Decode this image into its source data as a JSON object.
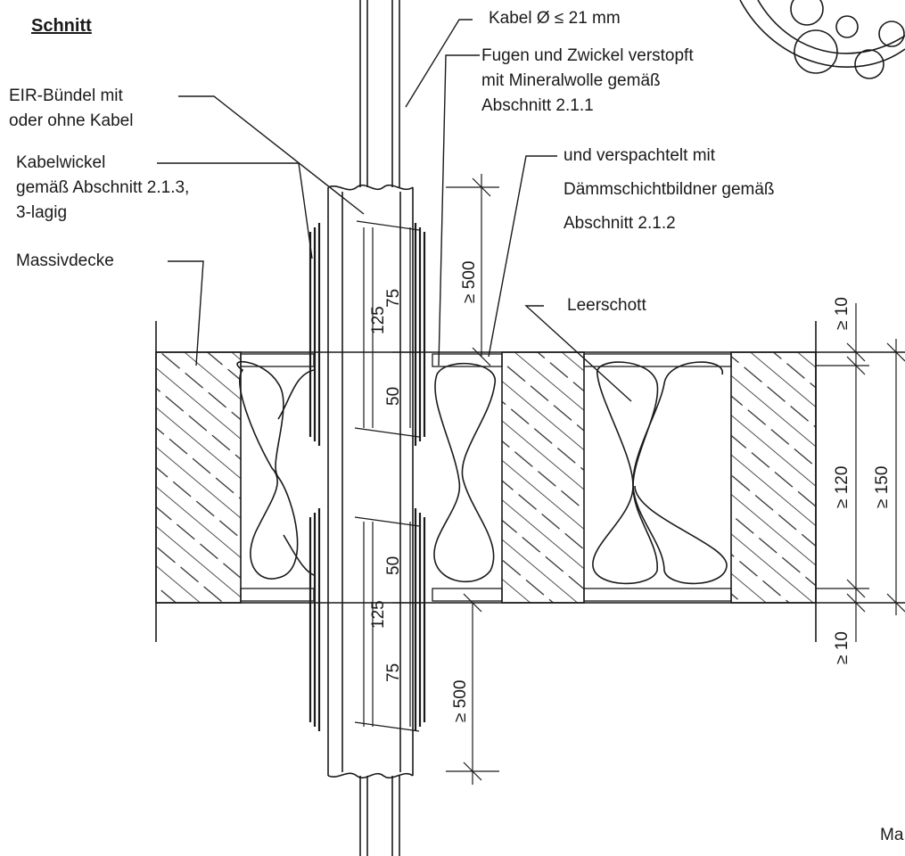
{
  "title": "Schnitt",
  "labels": {
    "kabel": "Kabel Ø ≤ 21 mm",
    "fugen_1": "Fugen und Zwickel verstopft",
    "fugen_2": "mit Mineralwolle gemäß",
    "fugen_3": "Abschnitt 2.1.1",
    "eir_1": "EIR-Bündel mit",
    "eir_2": "oder ohne Kabel",
    "wickel_1": "Kabelwickel",
    "wickel_2": "gemäß Abschnitt 2.1.3,",
    "wickel_3": "3-lagig",
    "massivdecke": "Massivdecke",
    "spachtel_1": "und verspachtelt mit",
    "spachtel_2": "Dämmschichtbildner gemäß",
    "spachtel_3": "Abschnitt 2.1.2",
    "leerschott": "Leerschott",
    "ma": "Ma"
  },
  "dimensions": {
    "d125_top": "125",
    "d75_top": "75",
    "d50_top": "50",
    "d50_bottom": "50",
    "d125_bottom": "125",
    "d75_bottom": "75",
    "d500_top": "≥ 500",
    "d500_bottom": "≥ 500",
    "d10_top": "≥ 10",
    "d120": "≥ 120",
    "d150": "≥ 150",
    "d10_bottom": "≥ 10"
  }
}
